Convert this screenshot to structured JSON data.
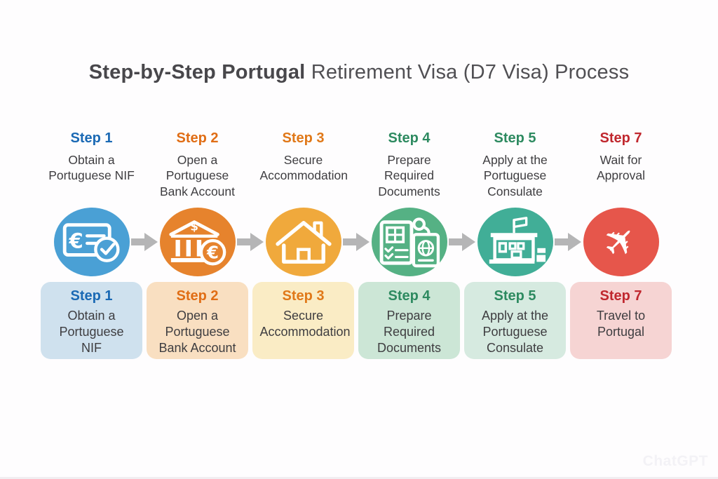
{
  "title": {
    "bold": "Step-by-Step Portugal",
    "regular": " Retirement Visa (D7 Visa) Process"
  },
  "watermark": "ChatGPT",
  "arrow_color": "#b5b5b6",
  "steps": [
    {
      "label": "Step 1",
      "top_text": "Obtain a Portuguese NIF",
      "card_text": "Obtain a Portuguese NIF",
      "label_color": "#1a69b4",
      "icon": "nif-card-euro-check-icon",
      "icon_bg": "#4aa0d5",
      "card_bg": "#cfe1ee"
    },
    {
      "label": "Step 2",
      "top_text": "Open a Portuguese Bank Account",
      "card_text": "Open a Portuguese Bank Account",
      "label_color": "#e06d15",
      "icon": "bank-euro-coin-icon",
      "icon_bg": "#e6832d",
      "card_bg": "#f9dfc1"
    },
    {
      "label": "Step 3",
      "top_text": "Secure Accommodation",
      "card_text": "Secure Accommodation",
      "label_color": "#e07818",
      "icon": "house-icon",
      "icon_bg": "#f0a93c",
      "card_bg": "#faecc5"
    },
    {
      "label": "Step 4",
      "top_text": "Prepare Required Documents",
      "card_text": "Prepare Required Documents",
      "label_color": "#2d8a60",
      "icon": "documents-passport-icon",
      "icon_bg": "#55b184",
      "card_bg": "#cce6d6"
    },
    {
      "label": "Step 5",
      "top_text": "Apply at the Portuguese Consulate",
      "card_text": "Apply at the Portuguese Consulate",
      "label_color": "#2d8a60",
      "icon": "consulate-building-flag-icon",
      "icon_bg": "#41ae97",
      "card_bg": "#d6eae0"
    },
    {
      "label": "Step 7",
      "top_text": "Wait for Approval",
      "card_text": "Travel to Portugal",
      "label_color": "#c0272e",
      "icon": "airplane-icon",
      "icon_bg": "#e6564b",
      "card_bg": "#f6d4d3"
    }
  ]
}
